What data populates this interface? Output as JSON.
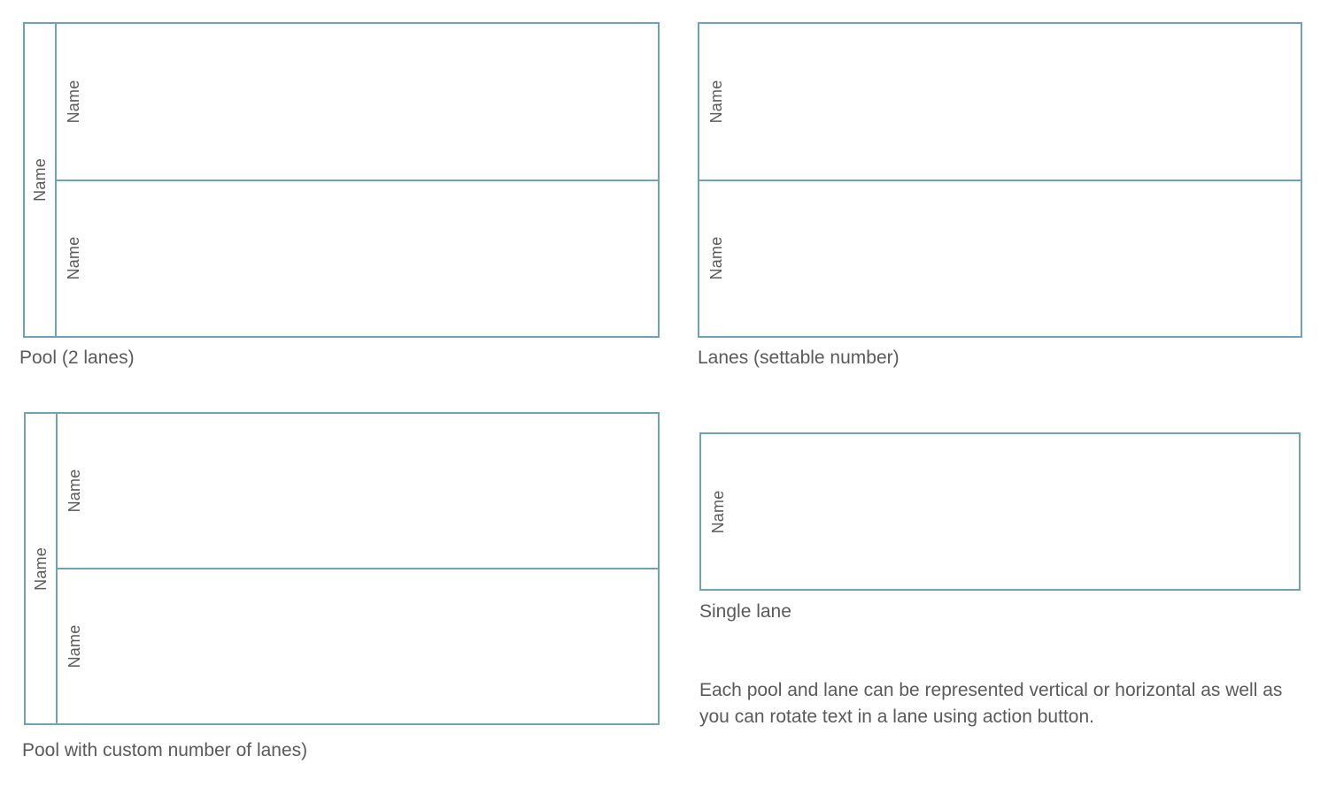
{
  "theme": {
    "stroke_color": "#6fa3b4",
    "text_color": "#5a5a5a",
    "background_color": "#ffffff"
  },
  "shapes": [
    {
      "id": "pool-2-lanes",
      "caption": "Pool (2 lanes)",
      "has_pool_header": true,
      "pool_label": "Name",
      "lanes": [
        {
          "label": "Name"
        },
        {
          "label": "Name"
        }
      ]
    },
    {
      "id": "lanes-settable-number",
      "caption": "Lanes (settable number)",
      "has_pool_header": false,
      "pool_label": "",
      "lanes": [
        {
          "label": "Name"
        },
        {
          "label": "Name"
        }
      ]
    },
    {
      "id": "pool-custom-number-of-lanes",
      "caption": "Pool with custom number of lanes)",
      "has_pool_header": true,
      "pool_label": "Name",
      "lanes": [
        {
          "label": "Name"
        },
        {
          "label": "Name"
        }
      ]
    },
    {
      "id": "single-lane",
      "caption": "Single lane",
      "has_pool_header": false,
      "pool_label": "",
      "lanes": [
        {
          "label": "Name"
        }
      ]
    }
  ],
  "note": "Each pool and lane can be represented vertical or horizontal as well as you can rotate text in a lane using action button."
}
